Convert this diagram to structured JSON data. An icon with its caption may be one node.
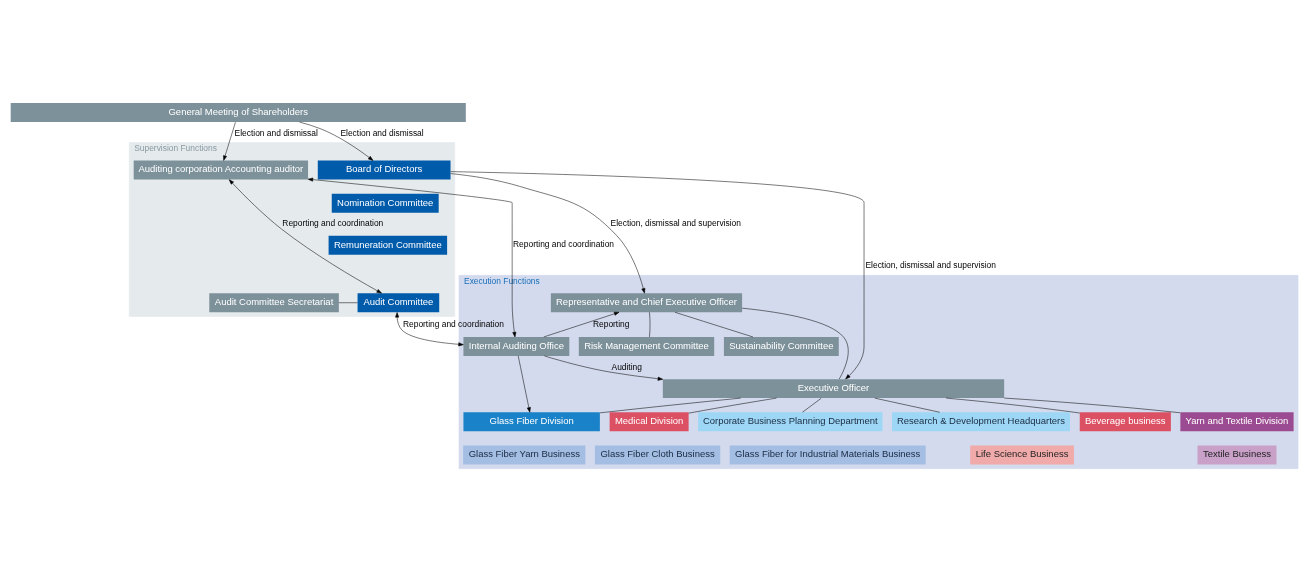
{
  "diagram": {
    "nodes": [
      {
        "text": [
          "General Meeting of Shareholders"
        ]
      },
      {
        "text": [
          "Supervision Functions"
        ]
      },
      {
        "text": [
          "Auditing corporation Accounting auditor"
        ],
        "in": 1
      },
      {
        "text": [
          "Board of Directors"
        ],
        "in": 1
      },
      {
        "text": [
          "Nomination Committee"
        ],
        "in": 1
      },
      {
        "text": [
          "Remuneration Committee"
        ],
        "in": 1
      },
      {
        "text": [
          "Audit Committee"
        ],
        "in": 1
      },
      {
        "text": [
          "Audit Committee Secretariat"
        ],
        "in": 1
      },
      {
        "text": [
          "Execution Functions"
        ]
      },
      {
        "text": [
          "Representative and Chief Executive Officer"
        ],
        "in": 8
      },
      {
        "text": [
          "Risk Management Committee"
        ],
        "in": 8
      },
      {
        "text": [
          "Sustainability Committee"
        ],
        "in": 8
      },
      {
        "text": [
          "Internal Auditing Office"
        ],
        "in": 8
      },
      {
        "text": [
          "Executive Officer"
        ],
        "in": 8
      },
      {
        "text": [
          "Glass Fiber Division"
        ],
        "in": 8
      },
      {
        "text": [
          "Glass Fiber Yarn Business"
        ],
        "in": 8
      },
      {
        "text": [
          "Glass Fiber Cloth Business"
        ],
        "in": 8
      },
      {
        "text": [
          "Glass Fiber for Industrial Materials Business"
        ],
        "in": 8
      },
      {
        "text": [
          "Medical Division"
        ],
        "in": 8
      },
      {
        "text": [
          "Beverage business"
        ],
        "in": 8
      },
      {
        "text": [
          "Life Science Business"
        ],
        "in": 8
      },
      {
        "text": [
          "Yarn and Textile Division"
        ],
        "in": 8
      },
      {
        "text": [
          "Textile Business"
        ],
        "in": 8
      },
      {
        "text": [
          "Corporate Business Planning Department"
        ],
        "in": 8
      },
      {
        "text": [
          "Research & Development Headquarters"
        ],
        "in": 8
      }
    ],
    "edges": [
      {
        "from": 0,
        "to": 2,
        "arrow": "to",
        "label": "Election and dismissal"
      },
      {
        "from": 0,
        "to": 3,
        "arrow": "to",
        "label": "Election and dismissal"
      },
      {
        "from": 3,
        "to": 9,
        "arrow": "to",
        "label": "Election, dismissal and supervision"
      },
      {
        "from": 3,
        "to": 13,
        "arrow": "to",
        "label": "Election, dismissal and supervision"
      },
      {
        "from": 6,
        "to": 2,
        "arrow": "both",
        "label": "Reporting and coordination"
      },
      {
        "from": 7,
        "to": 6,
        "arrow": "none"
      },
      {
        "from": 6,
        "to": 12,
        "arrow": "both",
        "label": "Reporting and coordination"
      },
      {
        "from": 12,
        "to": 2,
        "arrow": "both",
        "label": "Reporting and coordination"
      },
      {
        "from": 12,
        "to": 9,
        "arrow": "to",
        "label": "Reporting"
      },
      {
        "from": 12,
        "to": 13,
        "arrow": "to",
        "label": "Auditing"
      },
      {
        "from": 12,
        "to": 14,
        "arrow": "to"
      },
      {
        "from": 9,
        "to": 10,
        "arrow": "none"
      },
      {
        "from": 9,
        "to": 11,
        "arrow": "none"
      },
      {
        "from": 9,
        "to": 13,
        "arrow": "none"
      },
      {
        "from": 13,
        "to": 14,
        "arrow": "none"
      },
      {
        "from": 13,
        "to": 18,
        "arrow": "none"
      },
      {
        "from": 13,
        "to": 19,
        "arrow": "none"
      },
      {
        "from": 13,
        "to": 21,
        "arrow": "none"
      },
      {
        "from": 13,
        "to": 23,
        "arrow": "none"
      },
      {
        "from": 13,
        "to": 24,
        "arrow": "none"
      }
    ]
  }
}
